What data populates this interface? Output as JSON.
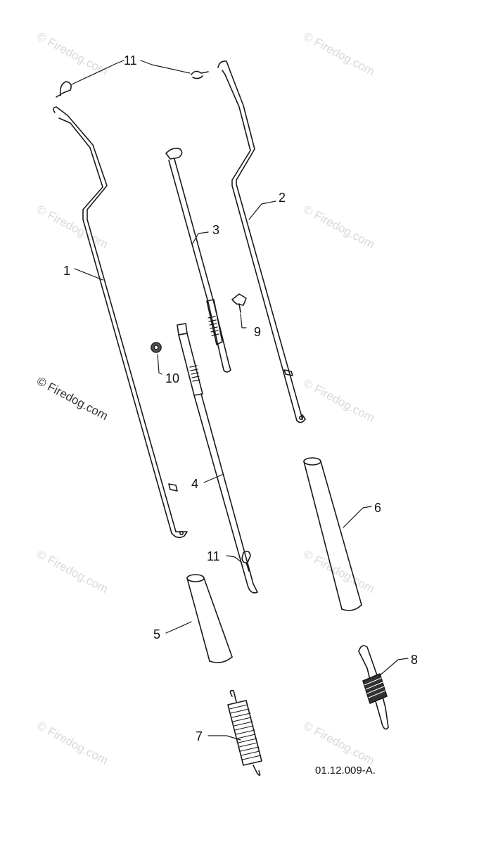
{
  "callouts": {
    "c1": "1",
    "c2": "2",
    "c3": "3",
    "c4": "4",
    "c5": "5",
    "c6": "6",
    "c7": "7",
    "c8": "8",
    "c9": "9",
    "c10": "10",
    "c11_top": "11",
    "c11_mid": "11"
  },
  "watermarks": {
    "small": "© Firedog.com",
    "main": "© Firedog.com"
  },
  "drawing_code": "01.12.009-A."
}
